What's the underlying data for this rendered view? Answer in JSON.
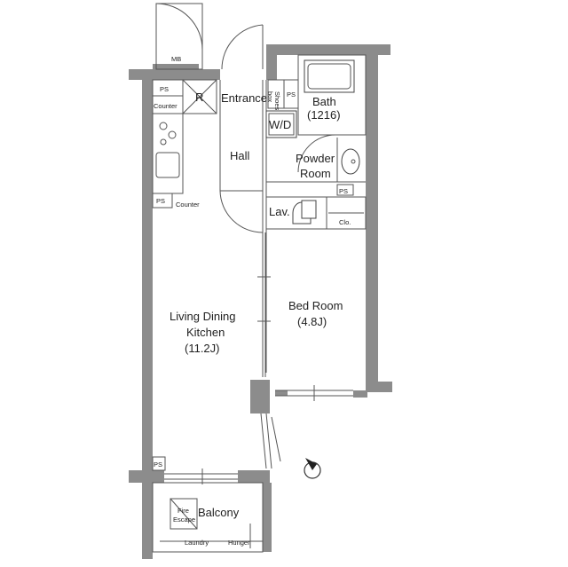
{
  "rooms": {
    "ldk_line1": "Living Dining",
    "ldk_line2": "Kitchen",
    "ldk_size": "(11.2J)",
    "bedroom_line1": "Bed Room",
    "bedroom_size": "(4.8J)",
    "bath_line1": "Bath",
    "bath_size": "(1216)",
    "powder_line1": "Powder",
    "powder_line2": "Room",
    "entrance": "Entrance",
    "hall": "Hall",
    "balcony": "Balcony",
    "lav": "Lav.",
    "wd": "W/D"
  },
  "labels": {
    "mb": "MB",
    "r": "R",
    "ps": "PS",
    "counter": "Counter",
    "shoes_box_line1": "Shoes",
    "shoes_box_line2": "box",
    "clo": "Clo.",
    "fire_escape_line1": "Fire",
    "fire_escape_line2": "Escape",
    "laundry": "Laundry",
    "hunger": "Hunger"
  }
}
